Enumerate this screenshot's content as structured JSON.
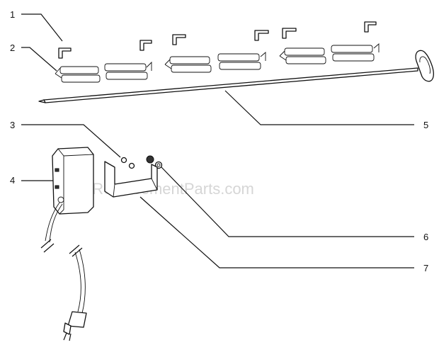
{
  "callouts": [
    {
      "id": "1",
      "label": "1"
    },
    {
      "id": "2",
      "label": "2"
    },
    {
      "id": "3",
      "label": "3"
    },
    {
      "id": "4",
      "label": "4"
    },
    {
      "id": "5",
      "label": "5"
    },
    {
      "id": "6",
      "label": "6"
    },
    {
      "id": "7",
      "label": "7"
    }
  ],
  "watermark": "eReplacementParts.com"
}
